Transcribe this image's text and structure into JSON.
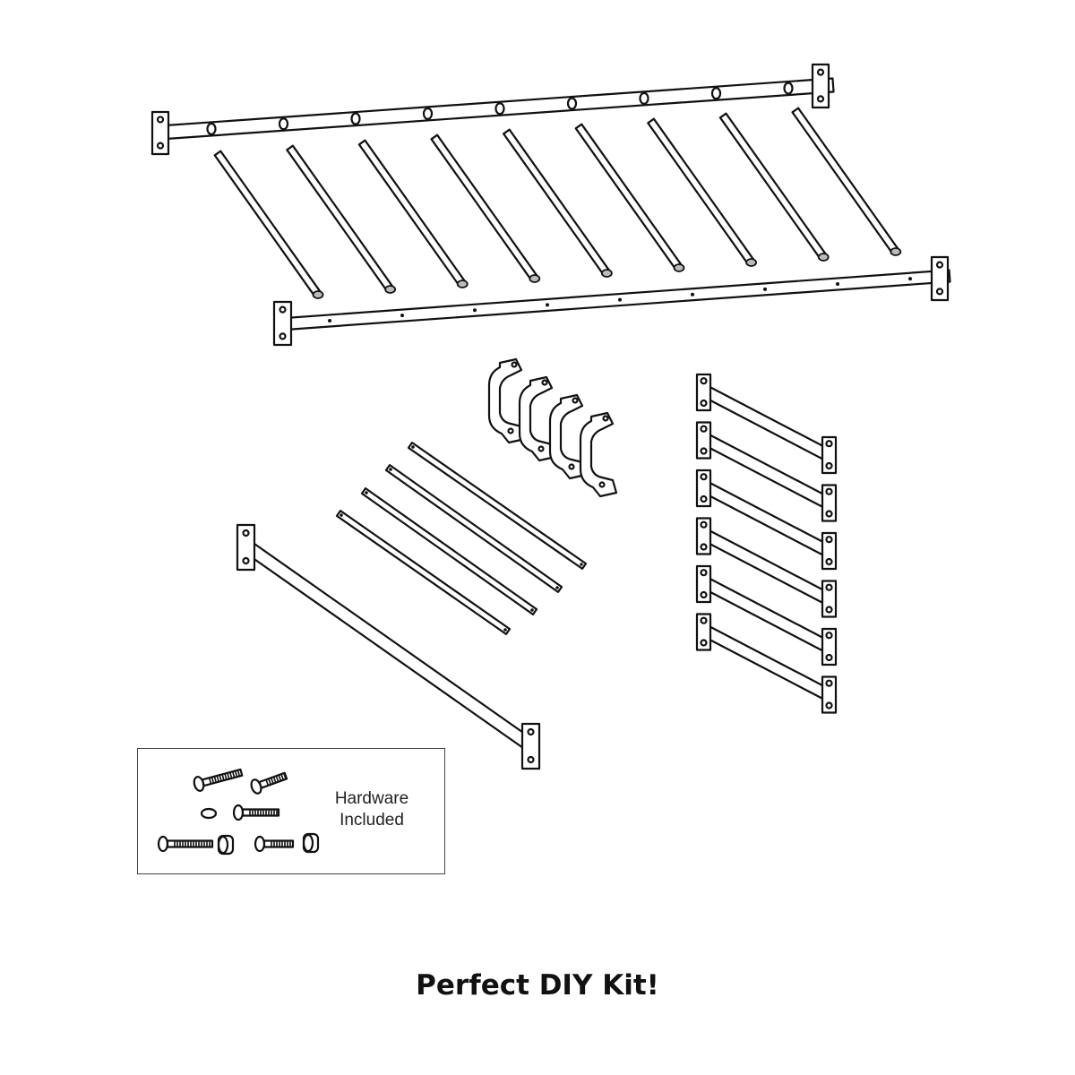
{
  "hardware_box": {
    "line1": "Hardware",
    "line2": "Included"
  },
  "caption": "Perfect DIY Kit!",
  "parts": {
    "ladder_rungs": 9,
    "climbing_handles": 4,
    "flat_bars": 4,
    "short_bars": 6
  }
}
